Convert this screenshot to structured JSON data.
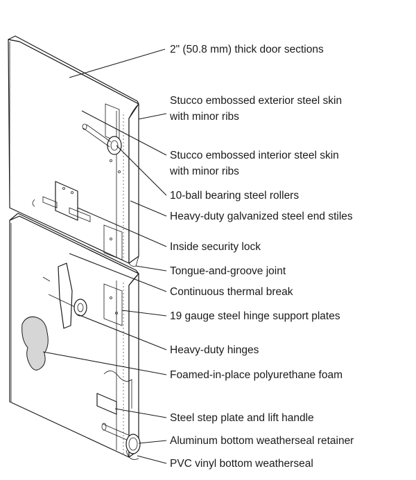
{
  "labels": [
    {
      "id": "thick-door-sections",
      "lines": [
        "2\" (50.8 mm) thick door sections"
      ]
    },
    {
      "id": "exterior-skin",
      "lines": [
        "Stucco embossed exterior steel skin",
        "with minor ribs"
      ]
    },
    {
      "id": "interior-skin",
      "lines": [
        "Stucco embossed interior steel skin",
        "with minor ribs"
      ]
    },
    {
      "id": "rollers",
      "lines": [
        "10-ball bearing steel rollers"
      ]
    },
    {
      "id": "end-stiles",
      "lines": [
        "Heavy-duty galvanized steel end stiles"
      ]
    },
    {
      "id": "security-lock",
      "lines": [
        "Inside security lock"
      ]
    },
    {
      "id": "tongue-groove",
      "lines": [
        "Tongue-and-groove joint"
      ]
    },
    {
      "id": "thermal-break",
      "lines": [
        "Continuous thermal break"
      ]
    },
    {
      "id": "hinge-plates",
      "lines": [
        "19 gauge steel hinge support plates"
      ]
    },
    {
      "id": "hinges",
      "lines": [
        "Heavy-duty hinges"
      ]
    },
    {
      "id": "foam",
      "lines": [
        "Foamed-in-place polyurethane foam"
      ]
    },
    {
      "id": "step-plate",
      "lines": [
        "Steel step plate and lift handle"
      ]
    },
    {
      "id": "retainer",
      "lines": [
        "Aluminum bottom weatherseal retainer"
      ]
    },
    {
      "id": "weatherseal",
      "lines": [
        "PVC vinyl bottom weatherseal"
      ]
    }
  ]
}
